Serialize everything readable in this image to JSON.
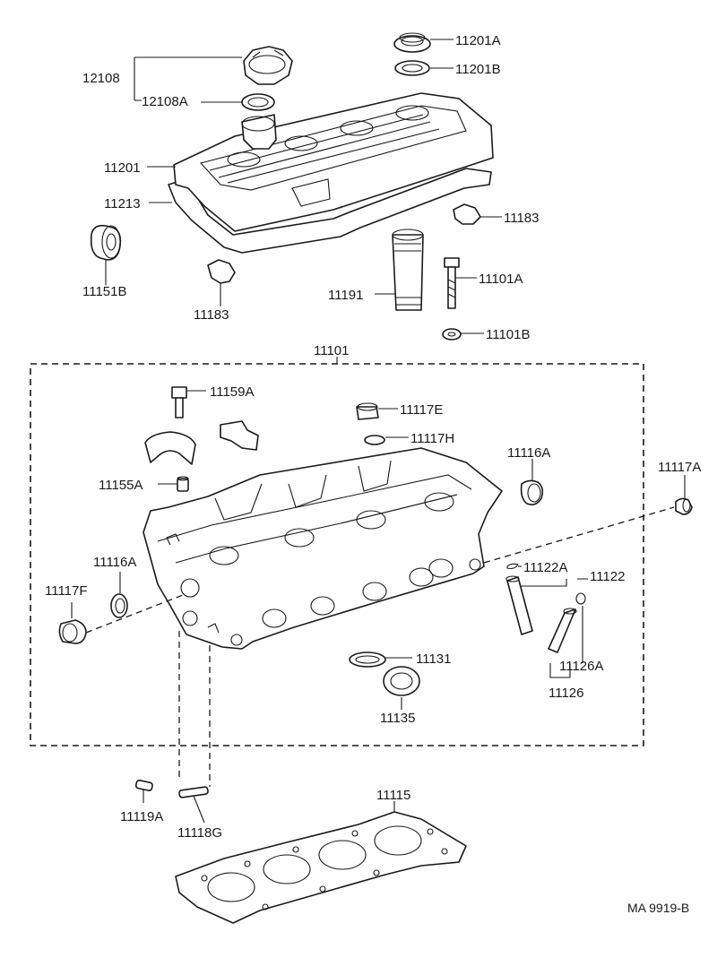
{
  "diagram": {
    "labels": {
      "l12108": "12108",
      "l12108A": "12108A",
      "l11201A": "11201A",
      "l11201B": "11201B",
      "l11201": "11201",
      "l11213": "11213",
      "l11183_right": "11183",
      "l11151B": "11151B",
      "l11183_left": "11183",
      "l11191": "11191",
      "l11101A": "11101A",
      "l11101B": "11101B",
      "l11101": "11101",
      "l11159A": "11159A",
      "l11117E": "11117E",
      "l11117H": "11117H",
      "l11116A_right": "11116A",
      "l11117A": "11117A",
      "l11155A": "11155A",
      "l11116A_left": "11116A",
      "l11117F": "11117F",
      "l11122A": "11122A",
      "l11122": "11122",
      "l11131": "11131",
      "l11126A": "11126A",
      "l11135": "11135",
      "l11126": "11126",
      "l11119A": "11119A",
      "l11118G": "11118G",
      "l11115": "11115"
    },
    "figure_code": "MA 9919-B"
  }
}
